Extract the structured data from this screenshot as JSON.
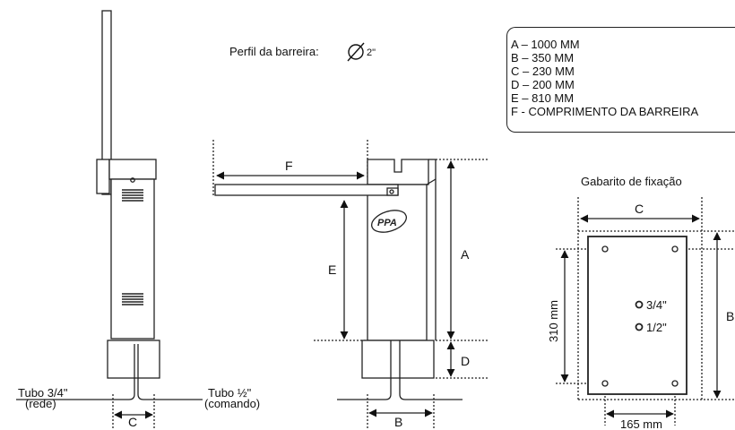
{
  "profile": {
    "label": "Perfil da barreira:",
    "diameter": "2\""
  },
  "specs": [
    "A – 1000 MM",
    "B – 350 MM",
    "C – 230 MM",
    "D – 200 MM",
    "E – 810 MM",
    "F - COMPRIMENTO DA BARREIRA"
  ],
  "side_view": {
    "tube_left": "Tubo 3/4\"",
    "tube_left_sub": "(rede)",
    "tube_right": "Tubo ½\"",
    "tube_right_sub": "(comando)",
    "dim_c": "C"
  },
  "front_view": {
    "dim_f": "F",
    "dim_e": "E",
    "dim_a": "A",
    "dim_d": "D",
    "dim_b": "B",
    "logo": "PPA"
  },
  "template": {
    "title": "Gabarito de fixação",
    "dim_c": "C",
    "dim_b": "B",
    "height": "310 mm",
    "width": "165 mm",
    "hole_large": "3/4\"",
    "hole_small": "1/2\""
  }
}
